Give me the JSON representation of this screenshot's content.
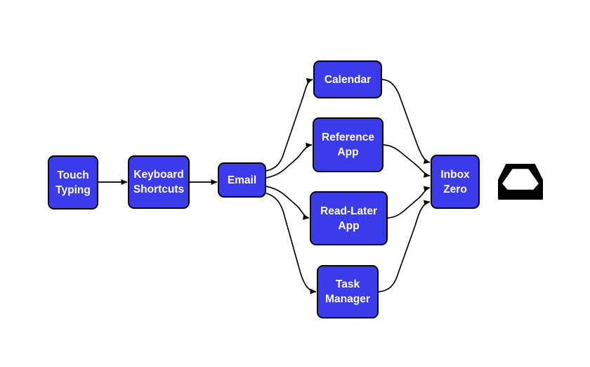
{
  "colors": {
    "node_fill": "#3b3beb",
    "node_border": "#000000",
    "node_text": "#ffffff",
    "edge": "#000000",
    "background": "#ffffff",
    "icon": "#000000"
  },
  "diagram": {
    "type": "flowchart",
    "direction": "left-to-right",
    "nodes": {
      "touch_typing": {
        "label": "Touch Typing"
      },
      "keyboard_shortcuts": {
        "label": "Keyboard Shortcuts"
      },
      "email": {
        "label": "Email"
      },
      "calendar": {
        "label": "Calendar"
      },
      "reference_app": {
        "label": "Reference App"
      },
      "read_later_app": {
        "label": "Read-Later App"
      },
      "task_manager": {
        "label": "Task Manager"
      },
      "inbox_zero": {
        "label": "Inbox Zero"
      }
    },
    "edges": [
      {
        "from": "touch_typing",
        "to": "keyboard_shortcuts"
      },
      {
        "from": "keyboard_shortcuts",
        "to": "email"
      },
      {
        "from": "email",
        "to": "calendar"
      },
      {
        "from": "email",
        "to": "reference_app"
      },
      {
        "from": "email",
        "to": "read_later_app"
      },
      {
        "from": "email",
        "to": "task_manager"
      },
      {
        "from": "calendar",
        "to": "inbox_zero"
      },
      {
        "from": "reference_app",
        "to": "inbox_zero"
      },
      {
        "from": "read_later_app",
        "to": "inbox_zero"
      },
      {
        "from": "task_manager",
        "to": "inbox_zero"
      }
    ],
    "icon": {
      "name": "inbox-tray-icon"
    }
  }
}
